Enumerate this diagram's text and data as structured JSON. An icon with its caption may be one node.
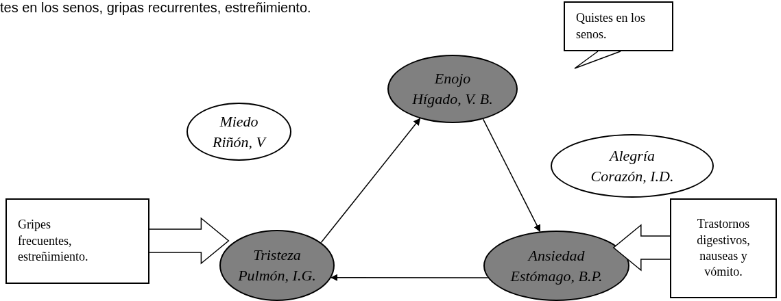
{
  "diagram": {
    "nodes": [
      {
        "text": [
          "Quistes en los senos."
        ]
      },
      {
        "text": [
          "Enojo",
          "Hígado, V. B."
        ]
      },
      {
        "text": [
          "Miedo",
          "Riñón, V"
        ]
      },
      {
        "text": [
          "Alegría",
          "Corazón, I.D."
        ]
      },
      {
        "text": [
          "Gripes frecuentes, estreñimiento."
        ]
      },
      {
        "text": [
          "Tristeza",
          "Pulmón, I.G."
        ]
      },
      {
        "text": [
          "Ansiedad",
          "Estómago, B.P."
        ]
      },
      {
        "text": [
          "Trastornos digestivos, nauseas y vómito."
        ]
      }
    ],
    "edges": [
      {
        "from": 1,
        "to": 6,
        "arrow": "to"
      },
      {
        "from": 6,
        "to": 5,
        "arrow": "to"
      },
      {
        "from": 5,
        "to": 1,
        "arrow": "to"
      },
      {
        "from": 4,
        "to": 5,
        "arrow": "to"
      },
      {
        "from": 7,
        "to": 6,
        "arrow": "to"
      }
    ],
    "labels": [
      "tes en los senos, gripas recurrentes, estreñimiento."
    ]
  }
}
